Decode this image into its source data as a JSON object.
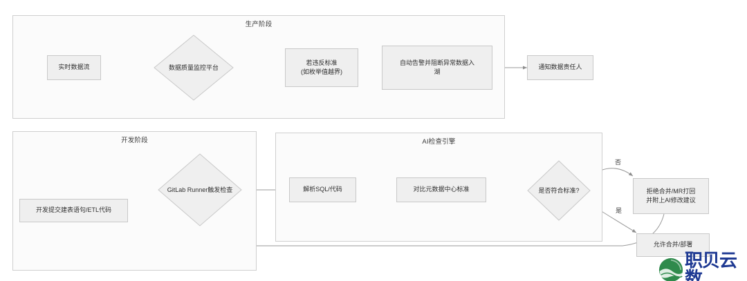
{
  "diagram": {
    "title_text": "",
    "background": "#ffffff",
    "node_fill": "#efefef",
    "node_stroke": "#c8c8c8",
    "container_fill": "#fbfbfb",
    "container_stroke": "#cfcfcf",
    "edge_stroke": "#9a9a9a"
  },
  "containers": [
    {
      "id": "production",
      "label": "生产阶段"
    },
    {
      "id": "development",
      "label": "开发阶段"
    },
    {
      "id": "ai_engine",
      "label": "AI检查引擎"
    }
  ],
  "nodes": [
    {
      "id": "realtime_stream",
      "label": "实时数据流",
      "shape": "rect",
      "container": "production"
    },
    {
      "id": "dq_platform",
      "label": "数据质量监控平台",
      "shape": "diamond",
      "container": "production"
    },
    {
      "id": "violate_standard",
      "label": "若违反标准\n(如枚举值越界)",
      "shape": "rect",
      "container": "production"
    },
    {
      "id": "auto_alert",
      "label": "自动告警并阻断异常数据入\n湖",
      "shape": "rect",
      "container": "production"
    },
    {
      "id": "notify_owner",
      "label": "通知数据责任人",
      "shape": "rect",
      "container": "none"
    },
    {
      "id": "dev_submit",
      "label": "开发提交建表语句/ETL代码",
      "shape": "rect",
      "container": "development"
    },
    {
      "id": "gitlab_runner",
      "label": "GitLab Runner触发检查",
      "shape": "diamond",
      "container": "development"
    },
    {
      "id": "parse_sql",
      "label": "解析SQL/代码",
      "shape": "rect",
      "container": "ai_engine"
    },
    {
      "id": "compare_metadata",
      "label": "对比元数据中心标准",
      "shape": "rect",
      "container": "ai_engine"
    },
    {
      "id": "is_compliant",
      "label": "是否符合标准?",
      "shape": "diamond",
      "container": "ai_engine"
    },
    {
      "id": "reject_merge",
      "label": "拒绝合并/MR打回\n并附上AI修改建议",
      "shape": "rect",
      "container": "none"
    },
    {
      "id": "allow_merge",
      "label": "允许合并/部署",
      "shape": "rect",
      "container": "none"
    }
  ],
  "node_labels": {
    "realtime_stream": "实时数据流",
    "dq_platform": "数据质量监控平台",
    "violate_standard_line1": "若违反标准",
    "violate_standard_line2": "(如枚举值越界)",
    "auto_alert_line1": "自动告警并阻断异常数据入",
    "auto_alert_line2": "湖",
    "notify_owner": "通知数据责任人",
    "dev_submit": "开发提交建表语句/ETL代码",
    "gitlab_runner": "GitLab Runner触发检查",
    "parse_sql": "解析SQL/代码",
    "compare_metadata": "对比元数据中心标准",
    "is_compliant": "是否符合标准?",
    "reject_merge_line1": "拒绝合并/MR打回",
    "reject_merge_line2": "并附上AI修改建议",
    "allow_merge": "允许合并/部署"
  },
  "edge_labels": {
    "no_branch": "否",
    "yes_branch": "是"
  },
  "edges": [
    {
      "from": "realtime_stream",
      "to": "dq_platform",
      "label": ""
    },
    {
      "from": "dq_platform",
      "to": "violate_standard",
      "label": ""
    },
    {
      "from": "violate_standard",
      "to": "auto_alert",
      "label": ""
    },
    {
      "from": "auto_alert",
      "to": "notify_owner",
      "label": ""
    },
    {
      "from": "dev_submit",
      "to": "gitlab_runner",
      "label": ""
    },
    {
      "from": "gitlab_runner",
      "to": "parse_sql",
      "label": ""
    },
    {
      "from": "parse_sql",
      "to": "compare_metadata",
      "label": ""
    },
    {
      "from": "compare_metadata",
      "to": "is_compliant",
      "label": ""
    },
    {
      "from": "is_compliant",
      "to": "reject_merge",
      "label": "否"
    },
    {
      "from": "is_compliant",
      "to": "allow_merge",
      "label": "是"
    },
    {
      "from": "reject_merge",
      "to": "dev_submit",
      "label": ""
    }
  ],
  "watermark": {
    "text": "职贝云数",
    "color": "#1f3a93",
    "logo_color": "#2f8a4c"
  }
}
